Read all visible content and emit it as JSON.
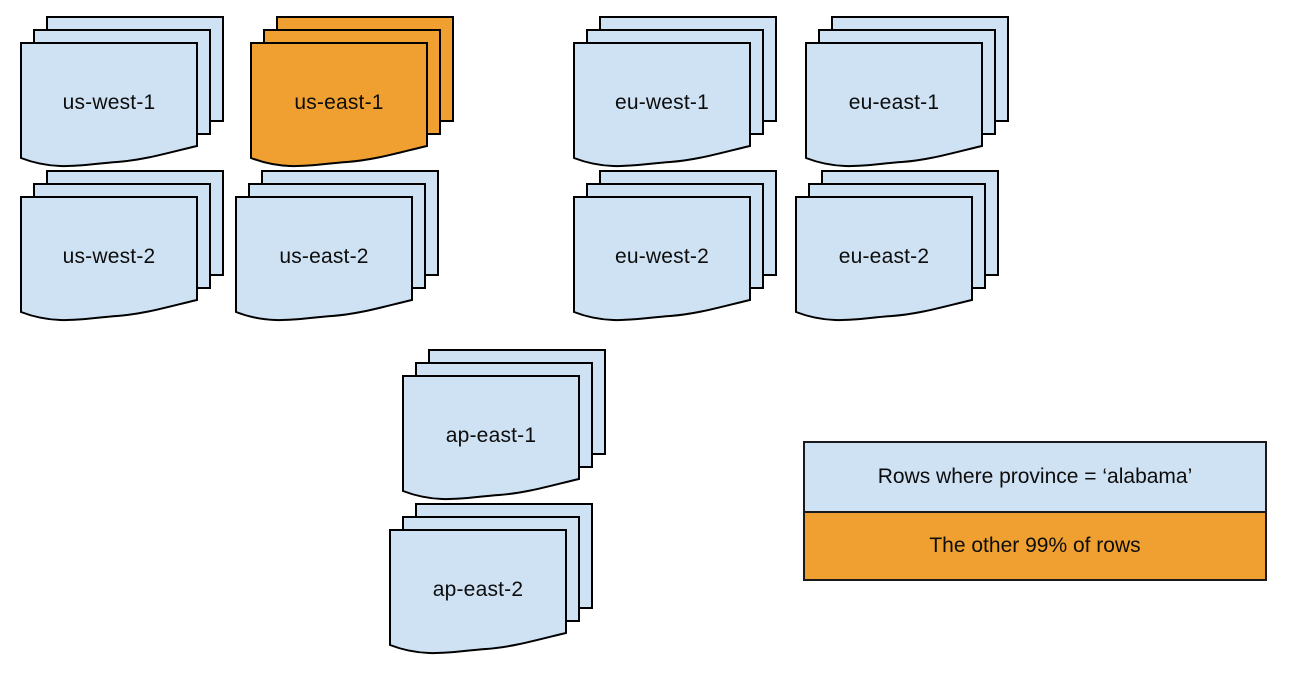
{
  "diagram": {
    "stacks": [
      {
        "label": "us-west-1",
        "highlighted": false
      },
      {
        "label": "us-east-1",
        "highlighted": true
      },
      {
        "label": "eu-west-1",
        "highlighted": false
      },
      {
        "label": "eu-east-1",
        "highlighted": false
      },
      {
        "label": "us-west-2",
        "highlighted": false
      },
      {
        "label": "us-east-2",
        "highlighted": false
      },
      {
        "label": "eu-west-2",
        "highlighted": false
      },
      {
        "label": "eu-east-2",
        "highlighted": false
      },
      {
        "label": "ap-east-1",
        "highlighted": false
      },
      {
        "label": "ap-east-2",
        "highlighted": false
      }
    ],
    "colors": {
      "default_fill": "#cfe2f3",
      "highlight_fill": "#f0a030",
      "stroke": "#000000"
    }
  },
  "legend": {
    "items": [
      {
        "label": "Rows where province = ‘alabama’",
        "color": "#cfe2f3"
      },
      {
        "label": "The other 99% of rows",
        "color": "#f0a030"
      }
    ]
  }
}
